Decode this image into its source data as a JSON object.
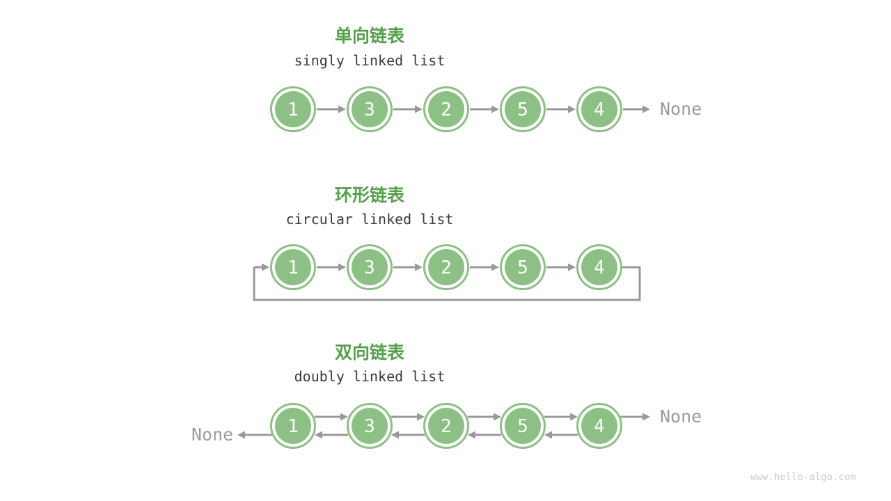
{
  "sections": [
    {
      "id": "singly",
      "title": "单向链表",
      "subtitle": "singly linked list",
      "type": "singly",
      "values": [
        1,
        3,
        2,
        5,
        4
      ],
      "tail_label": "None"
    },
    {
      "id": "circular",
      "title": "环形链表",
      "subtitle": "circular linked list",
      "type": "circular",
      "values": [
        1,
        3,
        2,
        5,
        4
      ]
    },
    {
      "id": "doubly",
      "title": "双向链表",
      "subtitle": "doubly linked list",
      "type": "doubly",
      "values": [
        1,
        3,
        2,
        5,
        4
      ],
      "head_label": "None",
      "tail_label": "None"
    }
  ],
  "watermark": "www.hello-algo.com",
  "colors": {
    "background": "#FFFFFF",
    "node_fill": "#8CC084",
    "node_ring": "#8CC084",
    "node_gap": "#FFFFFF",
    "node_text": "#FFFFFF",
    "title_green": "#56A04D",
    "subtitle_text": "#3A3A3A",
    "arrow_gray": "#999999",
    "none_text": "#9C9C9C",
    "watermark_text": "#CBCBCB"
  }
}
